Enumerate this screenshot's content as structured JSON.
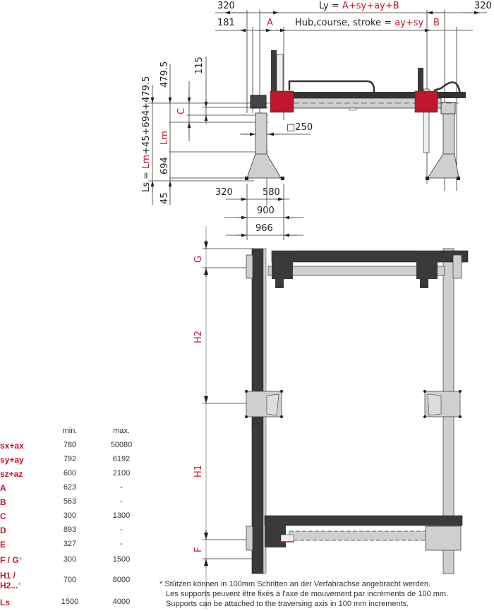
{
  "colors": {
    "accent_red": "#c0172e",
    "dark_profile": "#3a3a3a",
    "light_profile": "#cfcfcf",
    "line": "#333333"
  },
  "side_view": {
    "top_dims": {
      "left_320": "320",
      "right_320": "320",
      "ly_label": "Ly =",
      "ly_formula": "A+sy+ay+B",
      "left_181": "181",
      "a_label": "A",
      "b_label": "B",
      "stroke_label": "Hub,course, stroke =",
      "stroke_formula": "ay+sy"
    },
    "vertical_dims": {
      "ls_formula_prefix": "Ls =",
      "ls_formula_red": "Lm",
      "ls_formula_rest": "+45+694+479.5",
      "d479": "479.5",
      "c_label": "C",
      "lm_label": "Lm",
      "d694": "694",
      "d45": "45",
      "d115": "115"
    },
    "base_dims": {
      "d320": "320",
      "d580": "580",
      "d900": "900",
      "d966": "966",
      "square_250": "□250"
    }
  },
  "top_view": {
    "g_label": "G",
    "h2_label": "H2",
    "h1_label": "H1",
    "f_label": "F"
  },
  "table": {
    "header_min": "min.",
    "header_max": "max.",
    "rows": [
      {
        "label": "sx+ax",
        "min": "780",
        "max": "50080"
      },
      {
        "label": "sy+ay",
        "min": "792",
        "max": "6192"
      },
      {
        "label": "sz+az",
        "min": "600",
        "max": "2100"
      },
      {
        "label": "A",
        "min": "623",
        "max": "-"
      },
      {
        "label": "B",
        "min": "563",
        "max": "-"
      },
      {
        "label": "C",
        "min": "300",
        "max": "1300"
      },
      {
        "label": "D",
        "min": "893",
        "max": "-"
      },
      {
        "label": "E",
        "min": "327",
        "max": "-"
      },
      {
        "label": "F / G",
        "asterisk": "*",
        "min": "300",
        "max": "1500"
      },
      {
        "label": "H1 /",
        "label2": "H2...",
        "asterisk": "*",
        "min": "700",
        "max": "8000"
      },
      {
        "label": "Ls",
        "min": "1500",
        "max": "4000"
      }
    ]
  },
  "footnote": {
    "line_de": "* Stützen können in 100mm Schritten an der Verfahrachse angebracht werden.",
    "line_fr": "Les supports peuvent être fixés à l'axe de mouvement par incréments de 100 mm.",
    "line_en": "Supports can be attached to the traversing axis in 100 mm increments."
  }
}
